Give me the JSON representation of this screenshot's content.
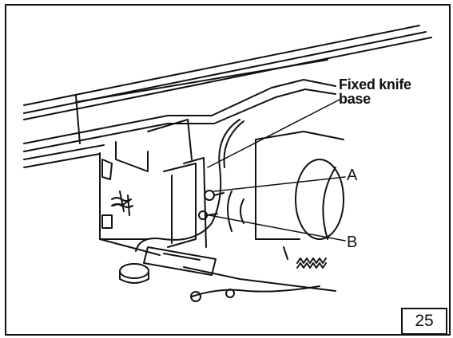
{
  "labels": {
    "fixed_knife_base_line1": "Fixed knife",
    "fixed_knife_base_line2": "base",
    "point_a": "A",
    "point_b": "B"
  },
  "page_number": "25",
  "colors": {
    "ink": "#111111",
    "background": "#ffffff"
  }
}
